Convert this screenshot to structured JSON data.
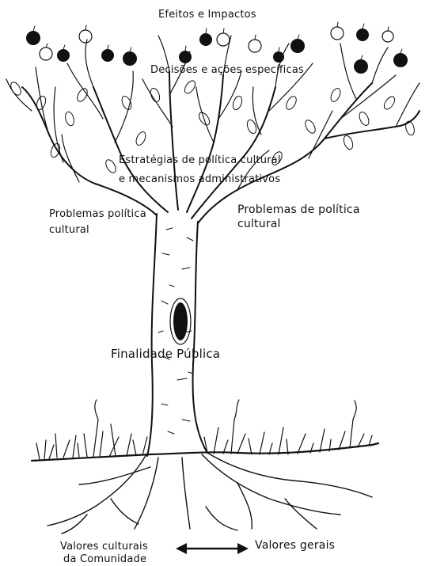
{
  "labels": {
    "effects": "Efeitos e Impactos",
    "decisions": "Decisões e ações específicas",
    "strategies_line1": "Estratégias de política cultural",
    "strategies_line2": "e mecanismos administrativos",
    "problems_left_line1": "Problemas política",
    "problems_left_line2": "cultural",
    "problems_right_line1": "Problemas de política",
    "problems_right_line2": "cultural",
    "public_purpose": "Finalidade Pública",
    "roots_left_line1": "Valores culturais",
    "roots_left_line2": "da Comunidade",
    "roots_right": "Valores gerais"
  },
  "colors": {
    "ink": "#111111",
    "paper": "#ffffff"
  },
  "icons": {
    "fruit": "apple-icon",
    "hollow": "tree-hollow",
    "connector": "double-arrow-icon"
  }
}
